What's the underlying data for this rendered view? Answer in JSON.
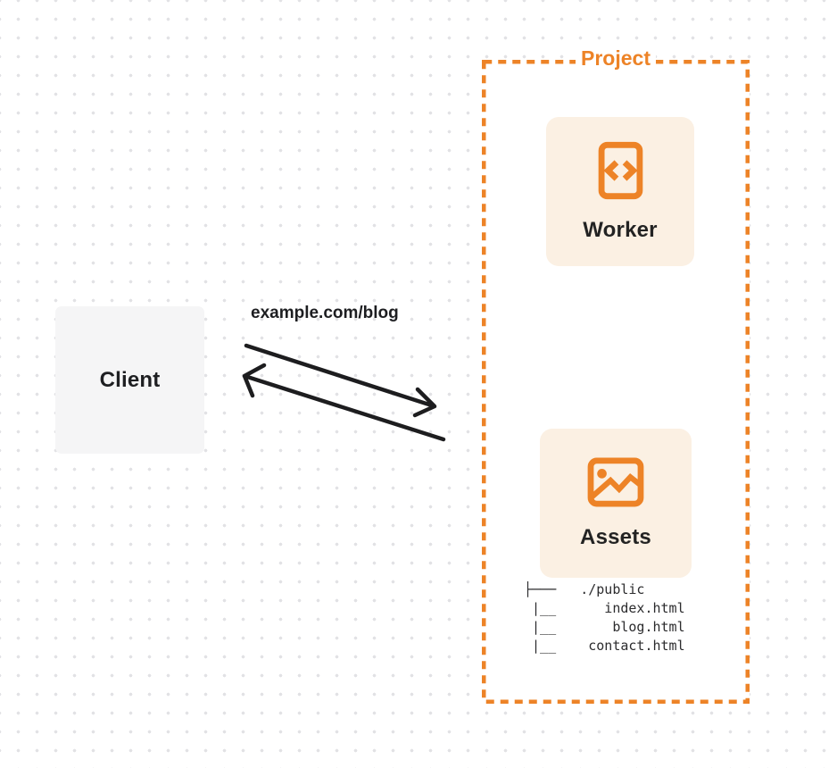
{
  "diagram": {
    "type": "request-routing-architecture"
  },
  "colors": {
    "accent_orange": "#ed8327",
    "card_background": "#fbf0e3",
    "client_background": "#f5f5f6",
    "arrow_ink": "#1d1d1f",
    "background_dot": "#e2e2e5"
  },
  "client": {
    "label": "Client"
  },
  "request": {
    "url": "example.com/blog"
  },
  "project": {
    "label": "Project",
    "worker": {
      "label": "Worker",
      "icon": "code-file-icon"
    },
    "assets": {
      "label": "Assets",
      "icon": "image-icon",
      "file_tree": "├───   ./public\n |__      index.html\n |__       blog.html\n |__    contact.html"
    }
  }
}
